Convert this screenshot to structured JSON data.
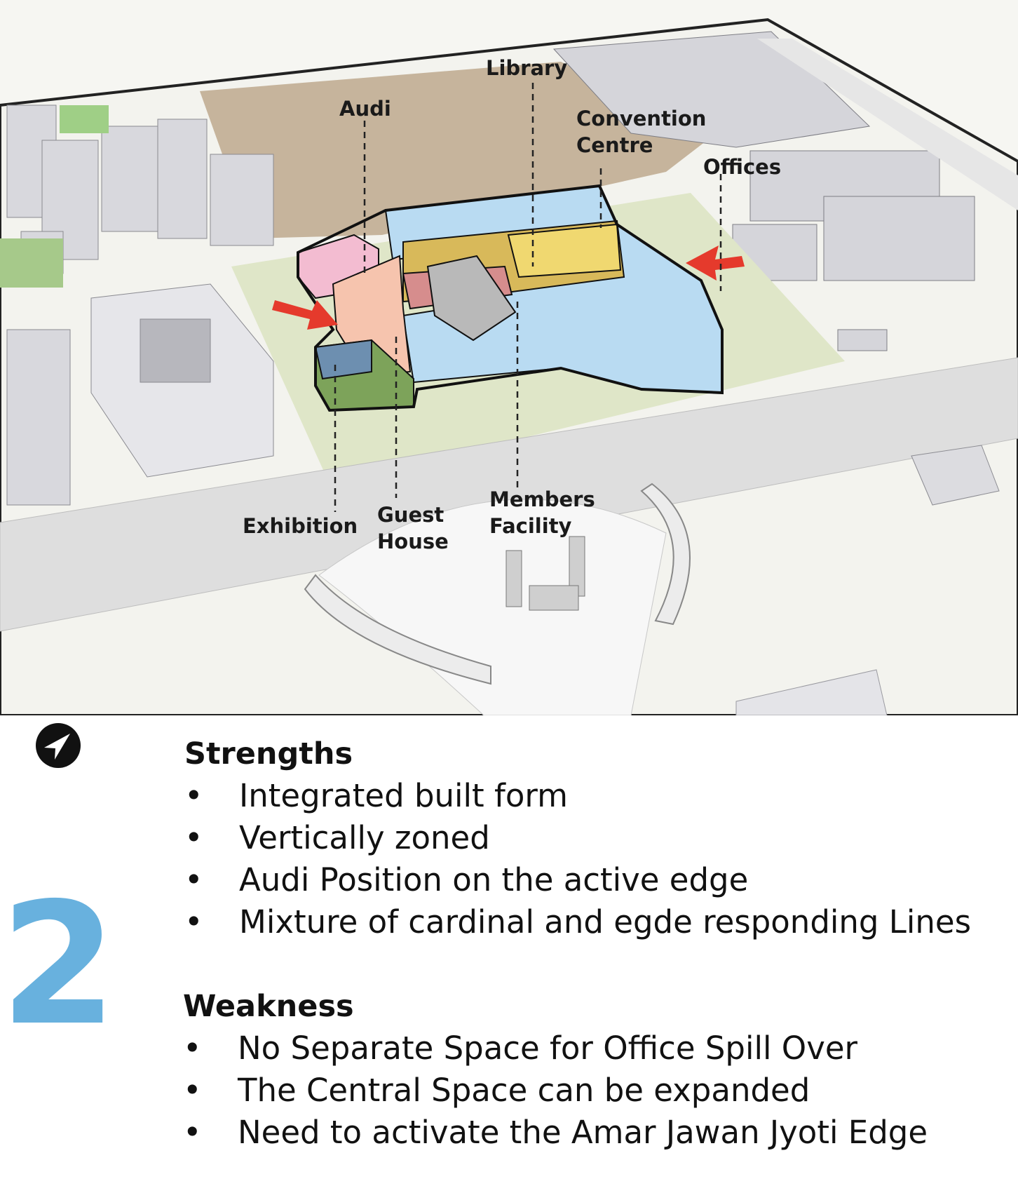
{
  "diagram": {
    "labels": {
      "library": [
        "Library"
      ],
      "audi": [
        "Audi"
      ],
      "convention_centre": [
        "Convention",
        "Centre"
      ],
      "offices": [
        "Offices"
      ],
      "exhibition": [
        "Exhibition"
      ],
      "guest_house": [
        "Guest",
        "House"
      ],
      "members_facility": [
        "Members",
        "Facility"
      ]
    },
    "colors": {
      "plot_brown": "#c6b49c",
      "lawn_green": "#dfe6c8",
      "office_blue": "#b9dbf2",
      "audi_pink": "#f3bcd1",
      "guest_salmon": "#f6c4ae",
      "library_yellow": "#f0d870",
      "convention_mustard": "#d8b95a",
      "members_grey": "#b9b9b9",
      "exhibition_green": "#7da35a",
      "arrow_red": "#e53a2c",
      "road_grey": "#dedede"
    }
  },
  "compass": {
    "icon": "north-arrow-icon"
  },
  "option_number": "2",
  "strengths": {
    "heading": "Strengths",
    "items": [
      "Integrated built form",
      "Vertically zoned",
      "Audi Position on the active edge",
      "Mixture of cardinal and egde responding Lines"
    ]
  },
  "weakness": {
    "heading": "Weakness",
    "items": [
      "No Separate Space for Office Spill Over",
      "The Central Space can be expanded",
      "Need to activate the Amar Jawan Jyoti Edge"
    ]
  }
}
